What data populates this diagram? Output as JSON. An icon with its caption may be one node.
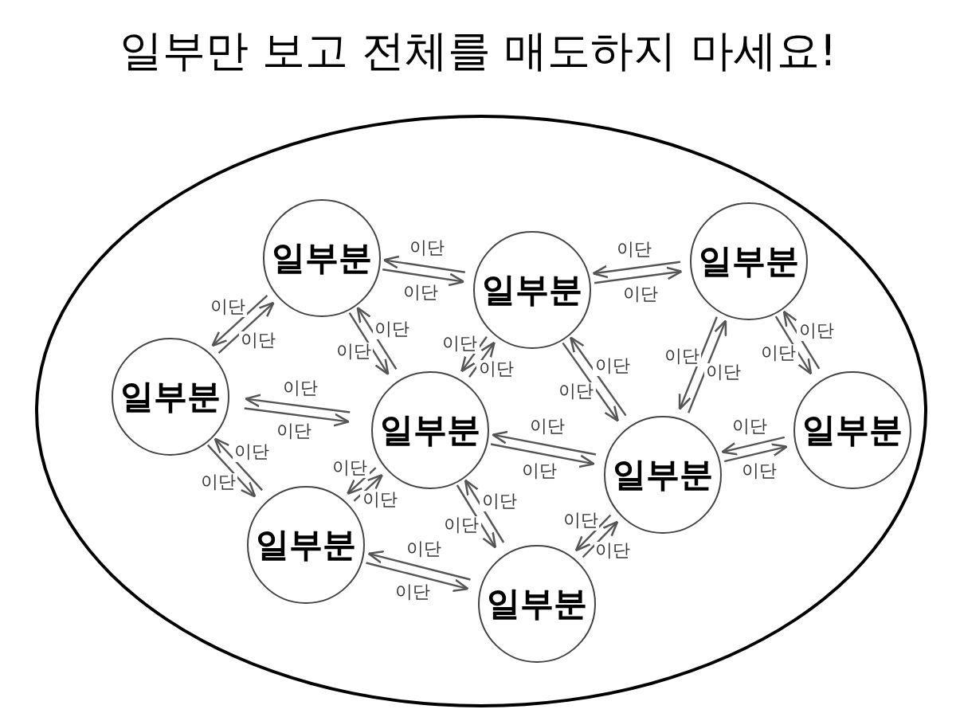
{
  "diagram": {
    "title": "일부만 보고 전체를 매도하지 마세요!",
    "nodes": [
      {
        "text": [],
        "shape": "ellipse"
      },
      {
        "text": [
          "일부분"
        ],
        "in": 0
      },
      {
        "text": [
          "일부분"
        ],
        "in": 0
      },
      {
        "text": [
          "일부분"
        ],
        "in": 0
      },
      {
        "text": [
          "일부분"
        ],
        "in": 0
      },
      {
        "text": [
          "일부분"
        ],
        "in": 0
      },
      {
        "text": [
          "일부분"
        ],
        "in": 0
      },
      {
        "text": [
          "일부분"
        ],
        "in": 0
      },
      {
        "text": [
          "일부분"
        ],
        "in": 0
      },
      {
        "text": [
          "일부분"
        ],
        "in": 0
      }
    ],
    "edges": [
      {
        "from": 1,
        "to": 2,
        "arrow": "to",
        "label": "이단"
      },
      {
        "from": 2,
        "to": 1,
        "arrow": "to",
        "label": "이단"
      },
      {
        "from": 2,
        "to": 3,
        "arrow": "to",
        "label": "이단"
      },
      {
        "from": 3,
        "to": 2,
        "arrow": "to",
        "label": "이단"
      },
      {
        "from": 1,
        "to": 4,
        "arrow": "to",
        "label": "이단"
      },
      {
        "from": 4,
        "to": 1,
        "arrow": "to",
        "label": "이단"
      },
      {
        "from": 1,
        "to": 5,
        "arrow": "to",
        "label": "이단"
      },
      {
        "from": 5,
        "to": 1,
        "arrow": "to",
        "label": "이단"
      },
      {
        "from": 2,
        "to": 5,
        "arrow": "to",
        "label": "이단"
      },
      {
        "from": 5,
        "to": 2,
        "arrow": "to",
        "label": "이단"
      },
      {
        "from": 3,
        "to": 6,
        "arrow": "to",
        "label": "이단"
      },
      {
        "from": 6,
        "to": 3,
        "arrow": "to",
        "label": "이단"
      },
      {
        "from": 3,
        "to": 7,
        "arrow": "to",
        "label": "이단"
      },
      {
        "from": 7,
        "to": 3,
        "arrow": "to",
        "label": "이단"
      },
      {
        "from": 2,
        "to": 6,
        "arrow": "to",
        "label": "이단"
      },
      {
        "from": 6,
        "to": 2,
        "arrow": "to",
        "label": "이단"
      },
      {
        "from": 4,
        "to": 5,
        "arrow": "to",
        "label": "이단"
      },
      {
        "from": 5,
        "to": 4,
        "arrow": "to",
        "label": "이단"
      },
      {
        "from": 5,
        "to": 6,
        "arrow": "to",
        "label": "이단"
      },
      {
        "from": 6,
        "to": 5,
        "arrow": "to",
        "label": "이단"
      },
      {
        "from": 6,
        "to": 7,
        "arrow": "to",
        "label": "이단"
      },
      {
        "from": 7,
        "to": 6,
        "arrow": "to",
        "label": "이단"
      },
      {
        "from": 4,
        "to": 8,
        "arrow": "to",
        "label": "이단"
      },
      {
        "from": 8,
        "to": 4,
        "arrow": "to",
        "label": "이단"
      },
      {
        "from": 5,
        "to": 8,
        "arrow": "to",
        "label": "이단"
      },
      {
        "from": 8,
        "to": 5,
        "arrow": "to",
        "label": "이단"
      },
      {
        "from": 5,
        "to": 9,
        "arrow": "to",
        "label": "이단"
      },
      {
        "from": 9,
        "to": 5,
        "arrow": "to",
        "label": "이단"
      },
      {
        "from": 6,
        "to": 9,
        "arrow": "to",
        "label": "이단"
      },
      {
        "from": 9,
        "to": 6,
        "arrow": "to",
        "label": "이단"
      },
      {
        "from": 8,
        "to": 9,
        "arrow": "to",
        "label": "이단"
      },
      {
        "from": 9,
        "to": 8,
        "arrow": "to",
        "label": "이단"
      }
    ]
  }
}
